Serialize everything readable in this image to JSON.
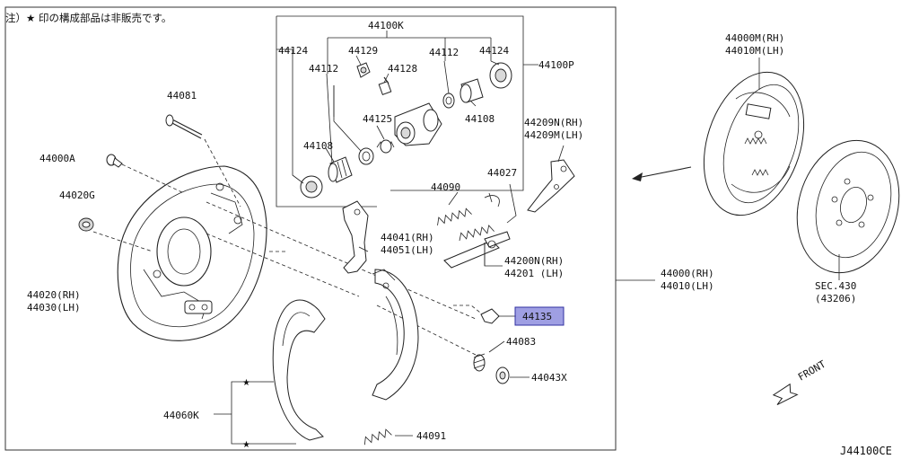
{
  "note": "注）★ 印の構成部品は非販売です。",
  "diagram_id": "J44100CE",
  "highlight_color": "#7f7fd9",
  "labels": {
    "p44100K": "44100K",
    "p44100P": "44100P",
    "p44124_left": "44124",
    "p44124_right": "44124",
    "p44129": "44129",
    "p44112_left": "44112",
    "p44112_right": "44112",
    "p44128": "44128",
    "p44125": "44125",
    "p44108_left": "44108",
    "p44108_right": "44108",
    "p44081": "44081",
    "p44000A": "44000A",
    "p44020G": "44020G",
    "p44020_rh": "44020(RH)",
    "p44030_lh": "44030(LH)",
    "p44090": "44090",
    "p44027": "44027",
    "p44209N_rh": "44209N(RH)",
    "p44209M_lh": "44209M(LH)",
    "p44041_rh": "44041(RH)",
    "p44051_lh": "44051(LH)",
    "p44200N_rh": "44200N(RH)",
    "p44201_lh": "44201 (LH)",
    "p44135": "44135",
    "p44083": "44083",
    "p44043X": "44043X",
    "p44060K": "44060K",
    "p44091": "44091",
    "p44000_rh": "44000(RH)",
    "p44010_lh": "44010(LH)",
    "p44000M_rh": "44000M(RH)",
    "p44010M_lh": "44010M(LH)",
    "sec430": "SEC.430",
    "sec43206": "(43206)",
    "front": "FRONT"
  },
  "star_markers": [
    "★",
    "★"
  ]
}
